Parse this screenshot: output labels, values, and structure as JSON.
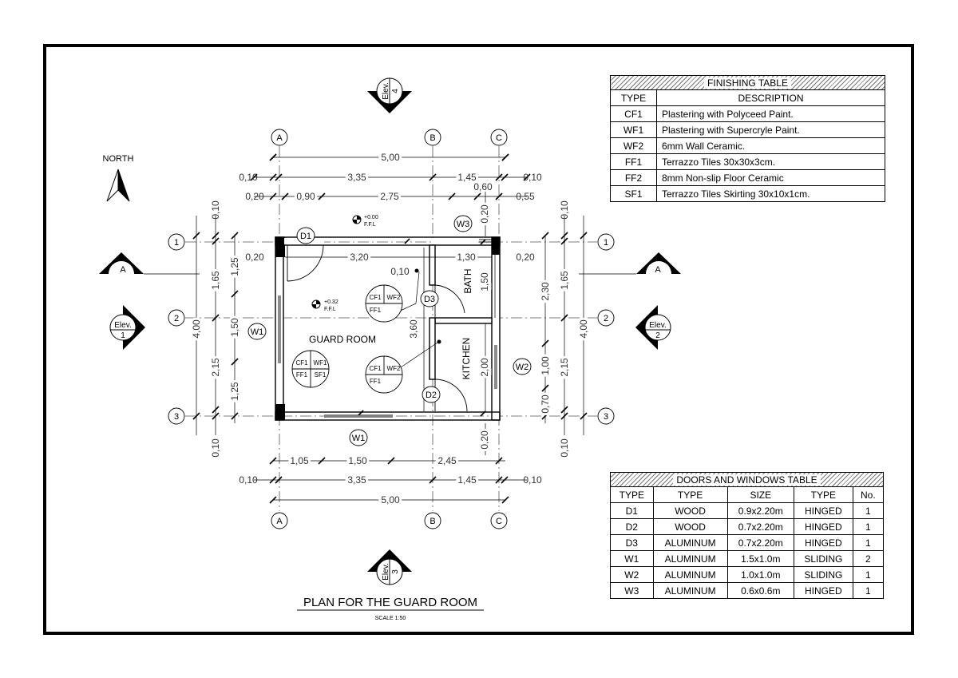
{
  "drawing": {
    "title": "PLAN FOR THE GUARD ROOM",
    "scale": "SCALE 1:50",
    "north": "NORTH",
    "rooms": {
      "guard": "GUARD ROOM",
      "bath": "BATH",
      "kitchen": "KITCHEN"
    },
    "levels": [
      {
        "value": "+0.00",
        "label": "F.F.L"
      },
      {
        "value": "+0.32",
        "label": "F.F.L"
      }
    ],
    "grid_cols": [
      "A",
      "B",
      "C"
    ],
    "grid_rows": [
      "1",
      "2",
      "3"
    ],
    "elevations": [
      {
        "label": "Elev.",
        "num": "4"
      },
      {
        "label": "Elev.",
        "num": "3"
      },
      {
        "label": "Elev.",
        "num": "1"
      },
      {
        "label": "Elev.",
        "num": "2"
      }
    ],
    "section_marks": [
      "A",
      "A"
    ],
    "tags": [
      "D1",
      "D2",
      "D3",
      "W1",
      "W1",
      "W2",
      "W3"
    ],
    "finish_tags": {
      "t1": [
        "CF1",
        "WF2",
        "FF1"
      ],
      "t2": [
        "CF1",
        "WF1",
        "FF1",
        "SF1"
      ],
      "t3": [
        "CF1",
        "WF2",
        "FF1"
      ]
    },
    "dims": {
      "top_total": "5,00",
      "top_row1": [
        "0,10",
        "3,35",
        "1,45",
        "0,10"
      ],
      "top_row2": [
        "0,20",
        "0,90",
        "2,75",
        "0,60",
        "0,55"
      ],
      "inner": [
        "0,20",
        "3,20",
        "1,30",
        "0,20",
        "0,10",
        "3,60",
        "1,50",
        "2,00",
        "0,20",
        "0,20"
      ],
      "bottom_row1": [
        "1,05",
        "1,50",
        "2,45"
      ],
      "bottom_row2": [
        "0,10",
        "3,35",
        "1,45",
        "0,10"
      ],
      "bottom_total": "5,00",
      "left_total": "4,00",
      "left_row1": [
        "0,10",
        "1,65",
        "2,15",
        "0,10"
      ],
      "left_row2": [
        "1,25",
        "1,50",
        "1,25"
      ],
      "right_total": "4,00",
      "right_row1": [
        "0,10",
        "1,65",
        "2,15",
        "0,10"
      ],
      "right_row2": [
        "2,30",
        "1,00",
        "0,70"
      ]
    }
  },
  "finishing_table": {
    "title": "FINISHING TABLE",
    "headers": [
      "TYPE",
      "DESCRIPTION"
    ],
    "rows": [
      [
        "CF1",
        "Plastering with Polyceed Paint."
      ],
      [
        "WF1",
        "Plastering with Supercryle Paint."
      ],
      [
        "WF2",
        "6mm Wall Ceramic."
      ],
      [
        "FF1",
        "Terrazzo Tiles 30x30x3cm."
      ],
      [
        "FF2",
        "8mm Non-slip Floor Ceramic"
      ],
      [
        "SF1",
        "Terrazzo Tiles Skirting 30x10x1cm."
      ]
    ]
  },
  "doors_table": {
    "title": "DOORS AND WINDOWS TABLE",
    "headers": [
      "TYPE",
      "TYPE",
      "SIZE",
      "TYPE",
      "No."
    ],
    "rows": [
      [
        "D1",
        "WOOD",
        "0.9x2.20m",
        "HINGED",
        "1"
      ],
      [
        "D2",
        "WOOD",
        "0.7x2.20m",
        "HINGED",
        "1"
      ],
      [
        "D3",
        "ALUMINUM",
        "0.7x2.20m",
        "HINGED",
        "1"
      ],
      [
        "W1",
        "ALUMINUM",
        "1.5x1.0m",
        "SLIDING",
        "2"
      ],
      [
        "W2",
        "ALUMINUM",
        "1.0x1.0m",
        "SLIDING",
        "1"
      ],
      [
        "W3",
        "ALUMINUM",
        "0.6x0.6m",
        "HINGED",
        "1"
      ]
    ]
  }
}
